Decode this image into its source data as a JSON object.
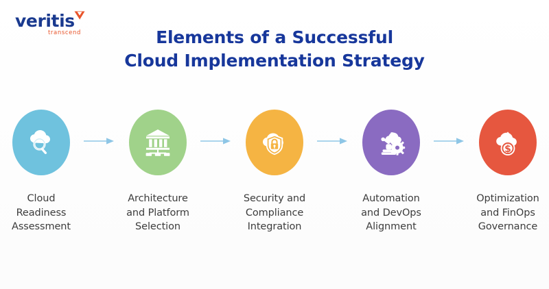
{
  "brand": {
    "name": "veritis",
    "tagline": "transcend",
    "mark_icon": "veritis-chevron-mark",
    "word_color": "#1a3a8f",
    "accent_color": "#e8542a"
  },
  "header": {
    "title_line_1": "Elements of a Successful",
    "title_line_2": "Cloud Implementation Strategy",
    "title_color": "#17379b"
  },
  "flow": {
    "connector_icon": "arrow-right-icon",
    "connector_color": "#8EC6E6",
    "steps": [
      {
        "label": "Cloud\nReadiness\nAssessment",
        "color": "#6FC2DE",
        "icon": "cloud-magnifier-icon"
      },
      {
        "label": "Architecture\nand Platform\nSelection",
        "color": "#A0D28A",
        "icon": "bank-columns-network-icon"
      },
      {
        "label": "Security and\nCompliance\nIntegration",
        "color": "#F5B443",
        "icon": "cloud-shield-lock-icon"
      },
      {
        "label": "Automation\nand DevOps\nAlignment",
        "color": "#8A6BC1",
        "icon": "robot-arm-gear-icon"
      },
      {
        "label": "Optimization\nand FinOps\nGovernance",
        "color": "#E6573F",
        "icon": "cloud-arrow-dollar-icon"
      }
    ]
  }
}
